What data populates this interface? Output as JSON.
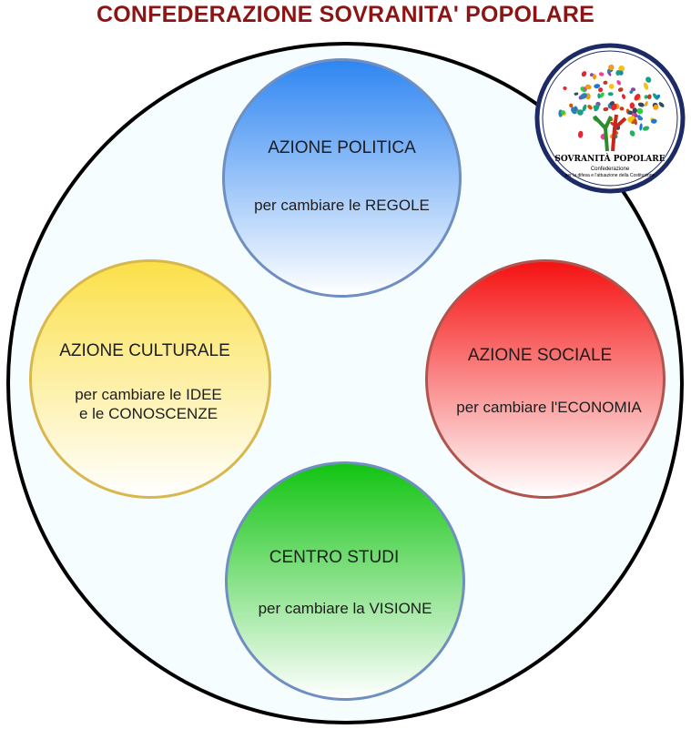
{
  "title": "CONFEDERAZIONE SOVRANITA' POPOLARE",
  "nodes": {
    "politica": {
      "title": "AZIONE POLITICA",
      "subtitle": "per cambiare le REGOLE"
    },
    "culturale": {
      "title": "AZIONE CULTURALE",
      "subtitle": "per cambiare le IDEE\ne le CONOSCENZE"
    },
    "sociale": {
      "title": "AZIONE SOCIALE",
      "subtitle": "per cambiare l'ECONOMIA"
    },
    "studi": {
      "title": "CENTRO STUDI",
      "subtitle": "per cambiare la VISIONE"
    }
  },
  "logo": {
    "name": "SOVRANITÀ POPOLARE",
    "sub1": "Confederazione",
    "sub2": "per la difesa e l'attuazione della Costituzione"
  },
  "colors": {
    "title": "#8b1414",
    "blue": "#2f86f2",
    "yellow": "#fbe048",
    "red": "#f51212",
    "green": "#12c412",
    "logo_ring": "#1c2a66"
  }
}
